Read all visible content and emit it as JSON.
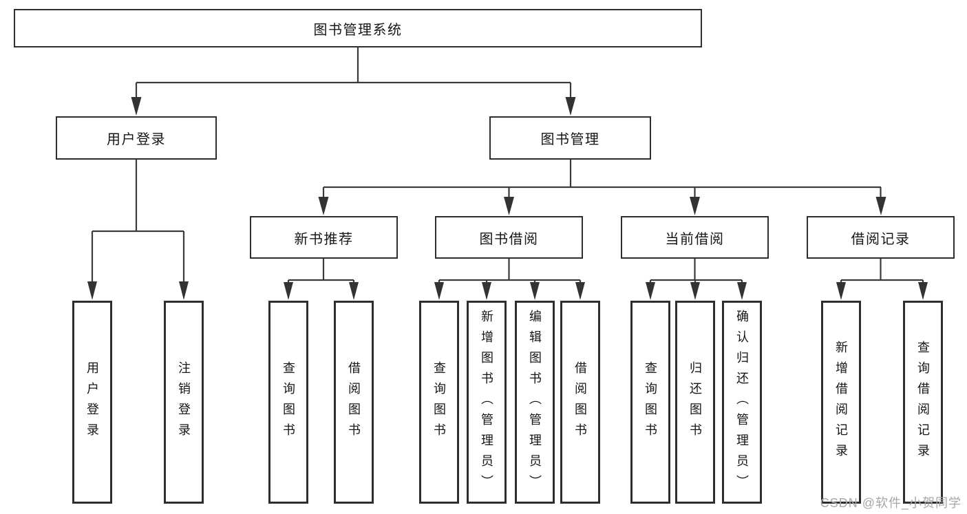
{
  "diagram": {
    "type": "hierarchy-tree",
    "tree": {
      "root": {
        "label": "图书管理系统",
        "children": [
          {
            "label": "用户登录",
            "children": [
              {
                "label": "用户登录"
              },
              {
                "label": "注销登录"
              }
            ]
          },
          {
            "label": "图书管理",
            "children": [
              {
                "label": "新书推荐",
                "children": [
                  {
                    "label": "查询图书"
                  },
                  {
                    "label": "借阅图书"
                  }
                ]
              },
              {
                "label": "图书借阅",
                "children": [
                  {
                    "label": "查询图书"
                  },
                  {
                    "label": "新增图书（管理员）"
                  },
                  {
                    "label": "编辑图书（管理员）"
                  },
                  {
                    "label": "借阅图书"
                  }
                ]
              },
              {
                "label": "当前借阅",
                "children": [
                  {
                    "label": "查询图书"
                  },
                  {
                    "label": "归还图书"
                  },
                  {
                    "label": "确认归还（管理员）"
                  }
                ]
              },
              {
                "label": "借阅记录",
                "children": [
                  {
                    "label": "新增借阅记录"
                  },
                  {
                    "label": "查询借阅记录"
                  }
                ]
              }
            ]
          }
        ]
      }
    }
  },
  "watermark": {
    "text": "CSDN @软件_小贺同学"
  },
  "colors": {
    "background": "#ffffff",
    "line": "#3a3a3a",
    "box_border": "#2d2d2d",
    "box_fill": "#ffffff",
    "text": "#161616",
    "watermark": "#a6a6a6"
  }
}
